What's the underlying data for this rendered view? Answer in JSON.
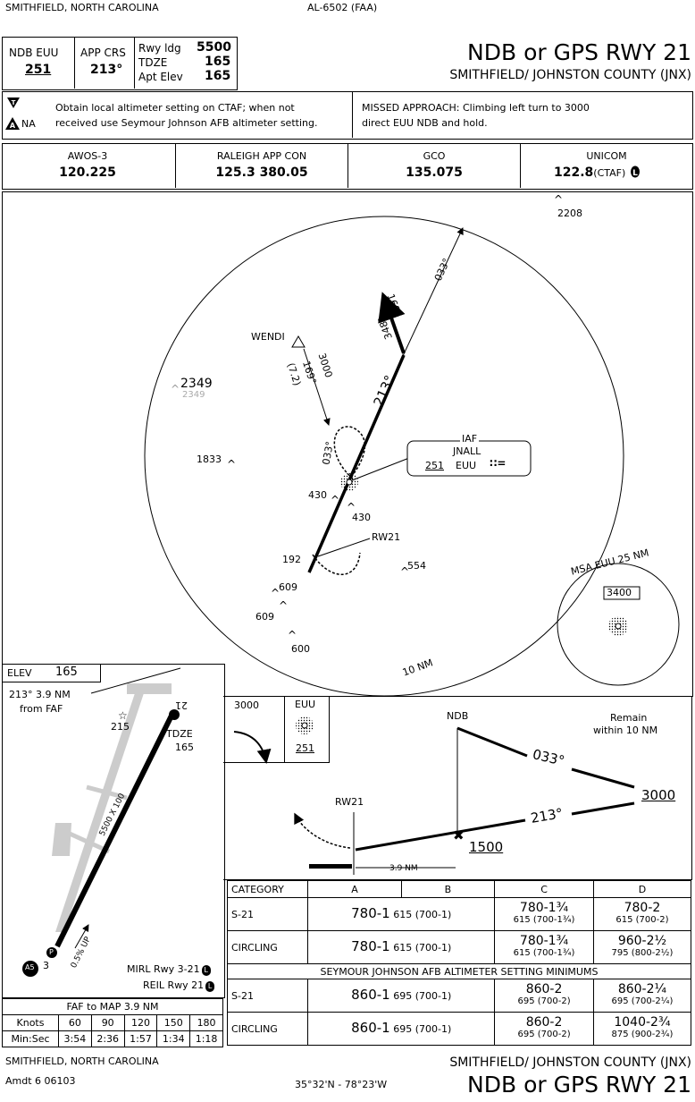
{
  "header": {
    "location": "SMITHFIELD, NORTH CAROLINA",
    "chart_id": "AL-6502 (FAA)",
    "procedure": "NDB or GPS RWY 21",
    "airport": "SMITHFIELD/ JOHNSTON COUNTY (JNX)",
    "ndb_label": "NDB  EUU",
    "ndb_freq": "251",
    "app_crs_label": "APP CRS",
    "app_crs": "213°",
    "rwy_ldg_label": "Rwy ldg",
    "rwy_ldg": "5500",
    "tdze_label": "TDZE",
    "tdze": "165",
    "apt_elev_label": "Apt Elev",
    "apt_elev": "165"
  },
  "notes": {
    "altimeter_line1": "Obtain local altimeter setting on CTAF; when not",
    "altimeter_line2": "received use Seymour Johnson AFB altimeter setting.",
    "na": "NA",
    "missed_line1": "MISSED APPROACH:  Climbing left turn to 3000",
    "missed_line2": "direct EUU NDB and hold."
  },
  "comms": [
    {
      "name": "AWOS-3",
      "freq": "120.225"
    },
    {
      "name": "RALEIGH APP CON",
      "freq": "125.3  380.05"
    },
    {
      "name": "GCO",
      "freq": "135.075"
    },
    {
      "name": "UNICOM",
      "freq": "122.8",
      "suffix": "(CTAF)"
    }
  ],
  "plan": {
    "obs_2208": "2208",
    "course_033": "033°",
    "course_168": "168°",
    "course_348": "348°",
    "wendi": "WENDI",
    "wendi_alt": "3000",
    "wendi_crs": "169°",
    "wendi_dist": "(7.2)",
    "obs_2349": "2349",
    "obs_2349_ghost": "2349",
    "course_213": "213°",
    "obs_1833": "1833",
    "hold_033": "033°",
    "iaf": "IAF",
    "jnall": "JNALL",
    "fix_freq": "251",
    "fix_id": "EUU",
    "obs_430a": "430",
    "obs_430b": "430",
    "rw21": "RW21",
    "obs_192": "192",
    "obs_554": "554",
    "obs_609a": "609",
    "obs_609b": "609",
    "obs_600": "600",
    "ring": "10 NM",
    "msa_title": "MSA EUU 25 NM",
    "msa_alt": "3400"
  },
  "airport_diagram": {
    "elev_label": "ELEV",
    "elev": "165",
    "dist_line1": "213° 3.9 NM",
    "dist_line2": "from FAF",
    "obs_215": "215",
    "rwy_21": "21",
    "rwy_3": "3",
    "tdze_label": "TDZE",
    "tdze": "165",
    "rwy_dims": "5500 X 100",
    "gradient": "0.5% UP",
    "mirl": "MIRL Rwy 3-21",
    "reil": "REIL Rwy 21",
    "a5": "A5",
    "p": "P"
  },
  "profile": {
    "mini_alt": "3000",
    "mini_fix": "EUU",
    "mini_freq": "251",
    "ndb": "NDB",
    "remain_line1": "Remain",
    "remain_line2": "within 10 NM",
    "out_crs": "033°",
    "alt_3000": "3000",
    "in_crs": "213°",
    "rw21": "RW21",
    "alt_1500": "1500",
    "dist": "3.9 NM"
  },
  "minimums": {
    "headers": [
      "CATEGORY",
      "A",
      "B",
      "C",
      "D"
    ],
    "rows": [
      {
        "cat": "S-21",
        "ab_main": "780-1",
        "ab_sub": "615 (700-1)",
        "c_main": "780-1¾",
        "c_sub": "615 (700-1¾)",
        "d_main": "780-2",
        "d_sub": "615 (700-2)"
      },
      {
        "cat": "CIRCLING",
        "ab_main": "780-1",
        "ab_sub": "615 (700-1)",
        "c_main": "780-1¾",
        "c_sub": "615 (700-1¾)",
        "d_main": "960-2½",
        "d_sub": "795 (800-2½)"
      }
    ],
    "alt_header": "SEYMOUR JOHNSON AFB ALTIMETER SETTING MINIMUMS",
    "alt_rows": [
      {
        "cat": "S-21",
        "ab_main": "860-1",
        "ab_sub": "695 (700-1)",
        "c_main": "860-2",
        "c_sub": "695 (700-2)",
        "d_main": "860-2¼",
        "d_sub": "695 (700-2¼)"
      },
      {
        "cat": "CIRCLING",
        "ab_main": "860-1",
        "ab_sub": "695 (700-1)",
        "c_main": "860-2",
        "c_sub": "695 (700-2)",
        "d_main": "1040-2¾",
        "d_sub": "875 (900-2¾)"
      }
    ]
  },
  "timing": {
    "header": "FAF to MAP  3.9 NM",
    "knots_label": "Knots",
    "knots": [
      "60",
      "90",
      "120",
      "150",
      "180"
    ],
    "time_label": "Min:Sec",
    "times": [
      "3:54",
      "2:36",
      "1:57",
      "1:34",
      "1:18"
    ]
  },
  "footer": {
    "location": "SMITHFIELD, NORTH CAROLINA",
    "amdt": "Amdt 6  06103",
    "coords": "35°32'N - 78°23'W",
    "airport": "SMITHFIELD/ JOHNSTON COUNTY (JNX)",
    "procedure": "NDB or GPS RWY 21"
  }
}
